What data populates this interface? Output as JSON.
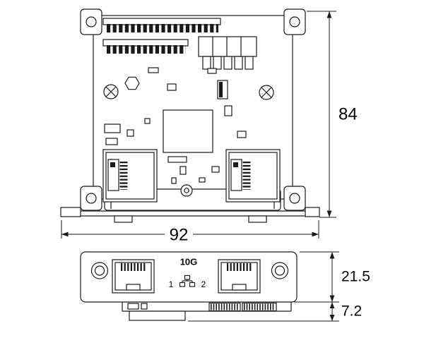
{
  "dimensions": {
    "board_height": "84",
    "board_width": "92",
    "panel_height": "21.5",
    "bottom_offset": "7.2"
  },
  "front_panel": {
    "speed_label": "10G",
    "port_labels": [
      "1",
      "2"
    ]
  },
  "icons": {
    "screw_head_icon": "phillips-cross-circle",
    "mounting_hole_icon": "concentric-circles",
    "lan_icon": "network-topology-nodes"
  },
  "colors": {
    "line": "#1a1a1a",
    "background": "#ffffff",
    "text": "#000000"
  }
}
